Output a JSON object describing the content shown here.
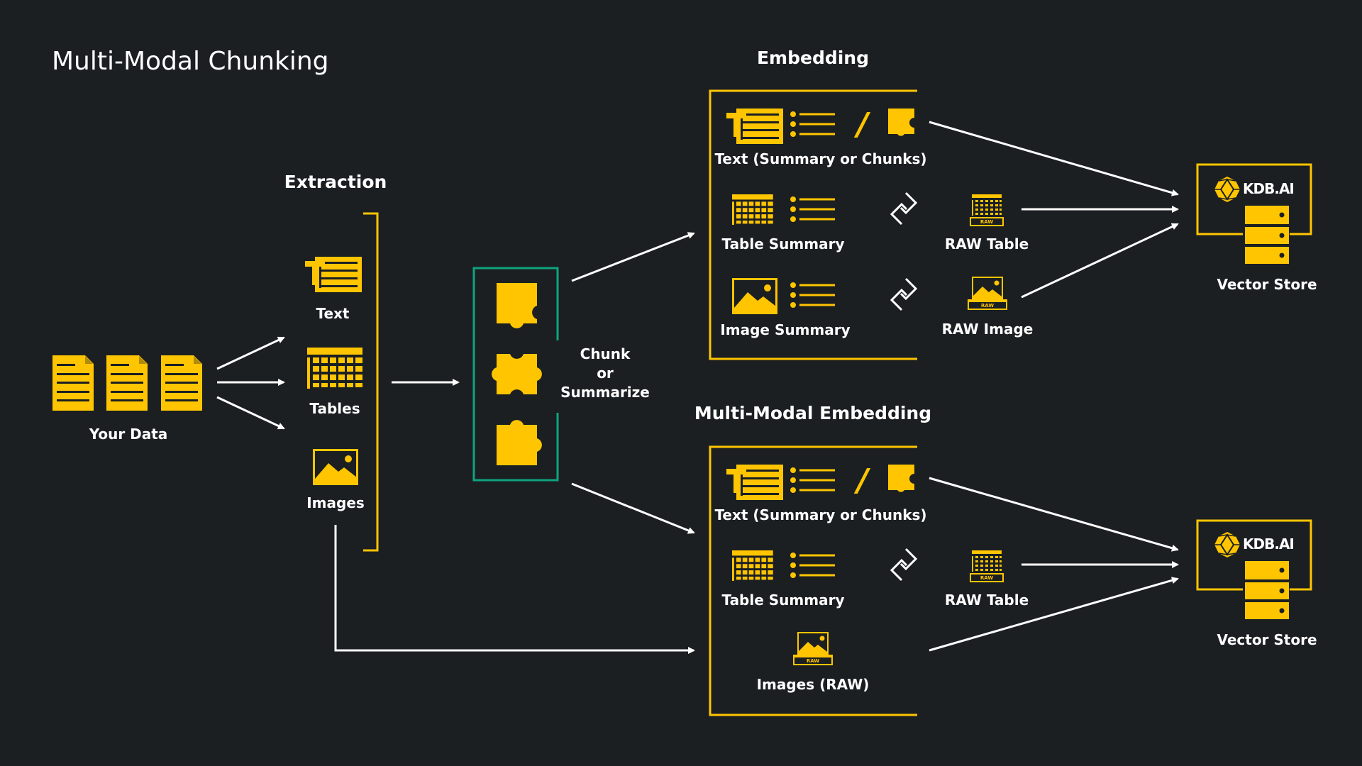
{
  "title": "Multi-Modal Chunking",
  "colors": {
    "background": "#1b1f22",
    "accent": "#ffc500",
    "chunk_box": "#0fa37f",
    "text": "#ffffff"
  },
  "source": {
    "label": "Your Data",
    "icon": "document-icon",
    "count": 3
  },
  "extraction": {
    "title": "Extraction",
    "items": [
      {
        "label": "Text",
        "icon": "text-document-icon"
      },
      {
        "label": "Tables",
        "icon": "table-icon"
      },
      {
        "label": "Images",
        "icon": "image-icon"
      }
    ]
  },
  "chunking": {
    "lines": [
      "Chunk",
      "or",
      "Summarize"
    ],
    "icon": "puzzle-piece-icon"
  },
  "embedding": {
    "title": "Embedding",
    "rows": [
      {
        "label": "Text (Summary or Chunks)",
        "separator": "/"
      },
      {
        "label": "Table Summary",
        "linked_label": "RAW Table"
      },
      {
        "label": "Image Summary",
        "linked_label": "RAW Image"
      }
    ]
  },
  "mm_embedding": {
    "title": "Multi-Modal Embedding",
    "rows": [
      {
        "label": "Text (Summary or Chunks)",
        "separator": "/"
      },
      {
        "label": "Table Summary",
        "linked_label": "RAW Table"
      },
      {
        "label": "Images (RAW)"
      }
    ]
  },
  "vector_store": {
    "brand": "KDB.AI",
    "label": "Vector Store"
  },
  "raw_badge": "RAW"
}
